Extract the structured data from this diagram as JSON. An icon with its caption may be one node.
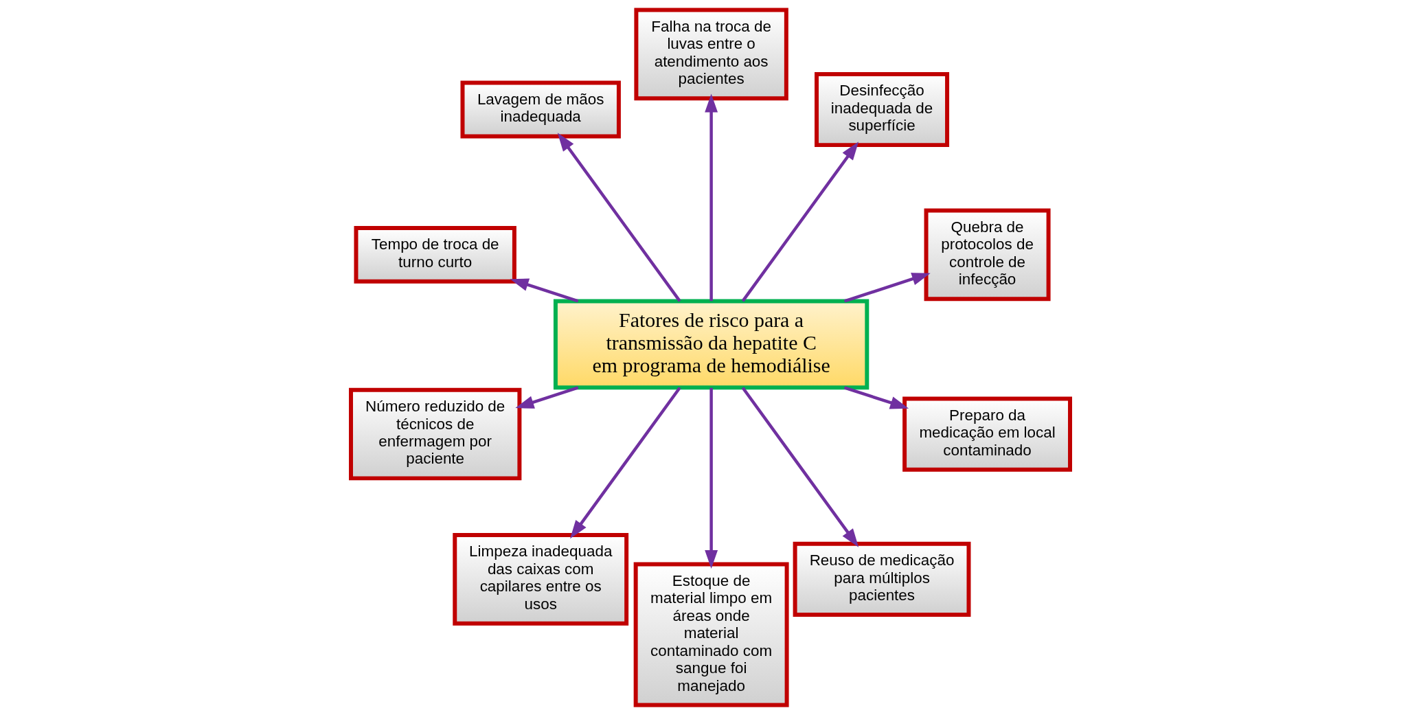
{
  "diagram": {
    "nodes": [
      {
        "text": [
          "Fatores de risco para a transmissão da hepatite C em programa de hemodiálise"
        ]
      },
      {
        "text": [
          "Quebra de protocolos de controle de infecção"
        ]
      },
      {
        "text": [
          "Desinfecção inadequada de superfície"
        ]
      },
      {
        "text": [
          "Falha na troca de luvas entre o atendimento aos pacientes"
        ]
      },
      {
        "text": [
          "Lavagem de mãos inadequada"
        ]
      },
      {
        "text": [
          "Tempo de troca de turno curto"
        ]
      },
      {
        "text": [
          "Número reduzido de técnicos de enfermagem por paciente"
        ]
      },
      {
        "text": [
          "Limpeza inadequada das caixas com capilares entre os usos"
        ]
      },
      {
        "text": [
          "Estoque de material limpo em áreas onde material contaminado com sangue foi manejado"
        ]
      },
      {
        "text": [
          "Reuso de medicação para múltiplos pacientes"
        ]
      },
      {
        "text": [
          "Preparo da medicação em local contaminado"
        ]
      }
    ],
    "edges": [
      {
        "from": 0,
        "to": 1,
        "arrow": "to"
      },
      {
        "from": 0,
        "to": 2,
        "arrow": "to"
      },
      {
        "from": 0,
        "to": 3,
        "arrow": "to"
      },
      {
        "from": 0,
        "to": 4,
        "arrow": "to"
      },
      {
        "from": 0,
        "to": 5,
        "arrow": "to"
      },
      {
        "from": 0,
        "to": 6,
        "arrow": "to"
      },
      {
        "from": 0,
        "to": 7,
        "arrow": "to"
      },
      {
        "from": 0,
        "to": 8,
        "arrow": "to"
      },
      {
        "from": 0,
        "to": 9,
        "arrow": "to"
      },
      {
        "from": 0,
        "to": 10,
        "arrow": "to"
      }
    ]
  }
}
